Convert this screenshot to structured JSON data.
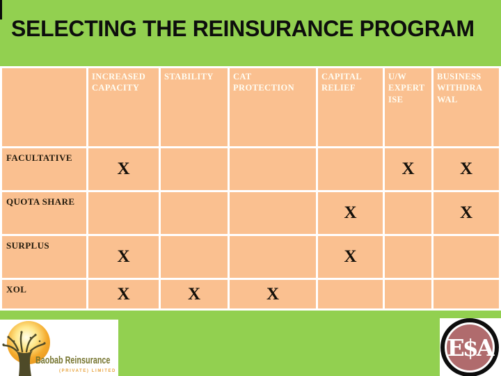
{
  "slide": {
    "title": "SELECTING THE REINSURANCE PROGRAM"
  },
  "colors": {
    "background_green": "#92d050",
    "table_fill_peach": "#fac090",
    "grid_line": "#ffffff",
    "header_text": "#fffdf3",
    "row_label_text": "#221a0c",
    "mark_text": "#14100a",
    "esap_disc": "#b06b6d",
    "baobab_name_olive": "#75742e",
    "baobab_subtitle_orange": "#e8a33d"
  },
  "table": {
    "type": "feature-matrix",
    "header": [
      "",
      "INCREASED\nCAPACITY",
      "STABILITY",
      "CAT\nPROTECTION",
      "CAPITAL\nRELIEF",
      "U/W\nEXPERT\nISE",
      "BUSINESS\nWITHDRA\nWAL"
    ],
    "rows": [
      {
        "label": "FACULTATIVE",
        "marks": [
          "X",
          "",
          "",
          "",
          "X",
          "X"
        ]
      },
      {
        "label": "QUOTA SHARE",
        "marks": [
          "",
          "",
          "",
          "X",
          "",
          "X"
        ]
      },
      {
        "label": "SURPLUS",
        "marks": [
          "X",
          "",
          "",
          "X",
          "",
          ""
        ]
      },
      {
        "label": "XOL",
        "marks": [
          "X",
          "X",
          "X",
          "",
          "",
          ""
        ]
      }
    ]
  },
  "footer": {
    "baobab": {
      "name": "Baobab Reinsurance",
      "subtitle": "(PRIVATE) LIMITED"
    },
    "esap": {
      "letters": "E$A"
    }
  }
}
